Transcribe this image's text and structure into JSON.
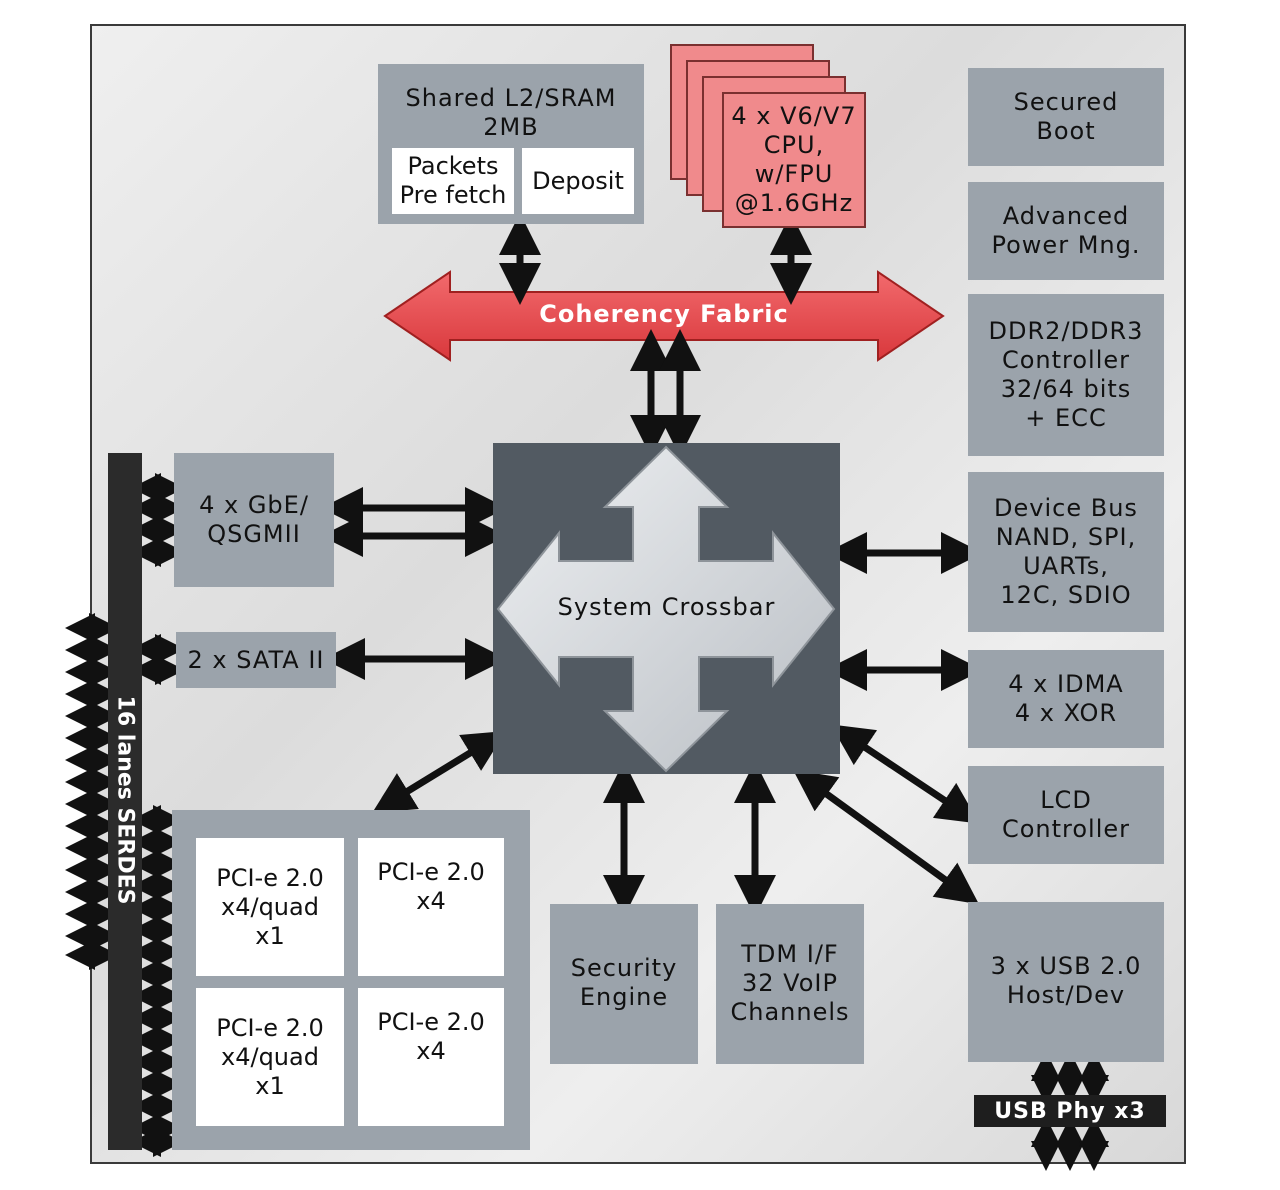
{
  "blocks": {
    "shared_l2": "Shared L2/SRAM\n2MB",
    "packets_prefetch": "Packets\nPre fetch",
    "deposit": "Deposit",
    "cpu": "4 x V6/V7\nCPU,\nw/FPU\n@1.6GHz",
    "coherency_fabric": "Coherency Fabric",
    "system_crossbar": "System Crossbar",
    "gbe": "4 x GbE/\nQSGMII",
    "sata": "2 x SATA II",
    "pcie_1": "PCI-e 2.0\nx4/quad\nx1",
    "pcie_2": "PCI-e 2.0\nx4",
    "pcie_3": "PCI-e 2.0\nx4/quad\nx1",
    "pcie_4": "PCI-e 2.0\nx4",
    "security_engine": "Security\nEngine",
    "tdm": "TDM I/F\n32 VoIP\nChannels",
    "secured_boot": "Secured\nBoot",
    "power_mng": "Advanced\nPower Mng.",
    "ddr": "DDR2/DDR3\nController\n32/64 bits\n+ ECC",
    "device_bus": "Device Bus\nNAND, SPI,\nUARTs,\n12C, SDIO",
    "idma": "4 x IDMA\n4 x XOR",
    "lcd": "LCD\nController",
    "usb": "3 x USB 2.0\nHost/Dev",
    "usb_phy": "USB Phy x3",
    "serdes": "16 lanes SERDES"
  },
  "colors": {
    "block_fill": "#9ba3ab",
    "crossbar_fill": "#525a62",
    "cpu_fill": "#f08a8c",
    "fabric_fill": "#e8474b",
    "serdes_fill": "#2b2b2b"
  }
}
